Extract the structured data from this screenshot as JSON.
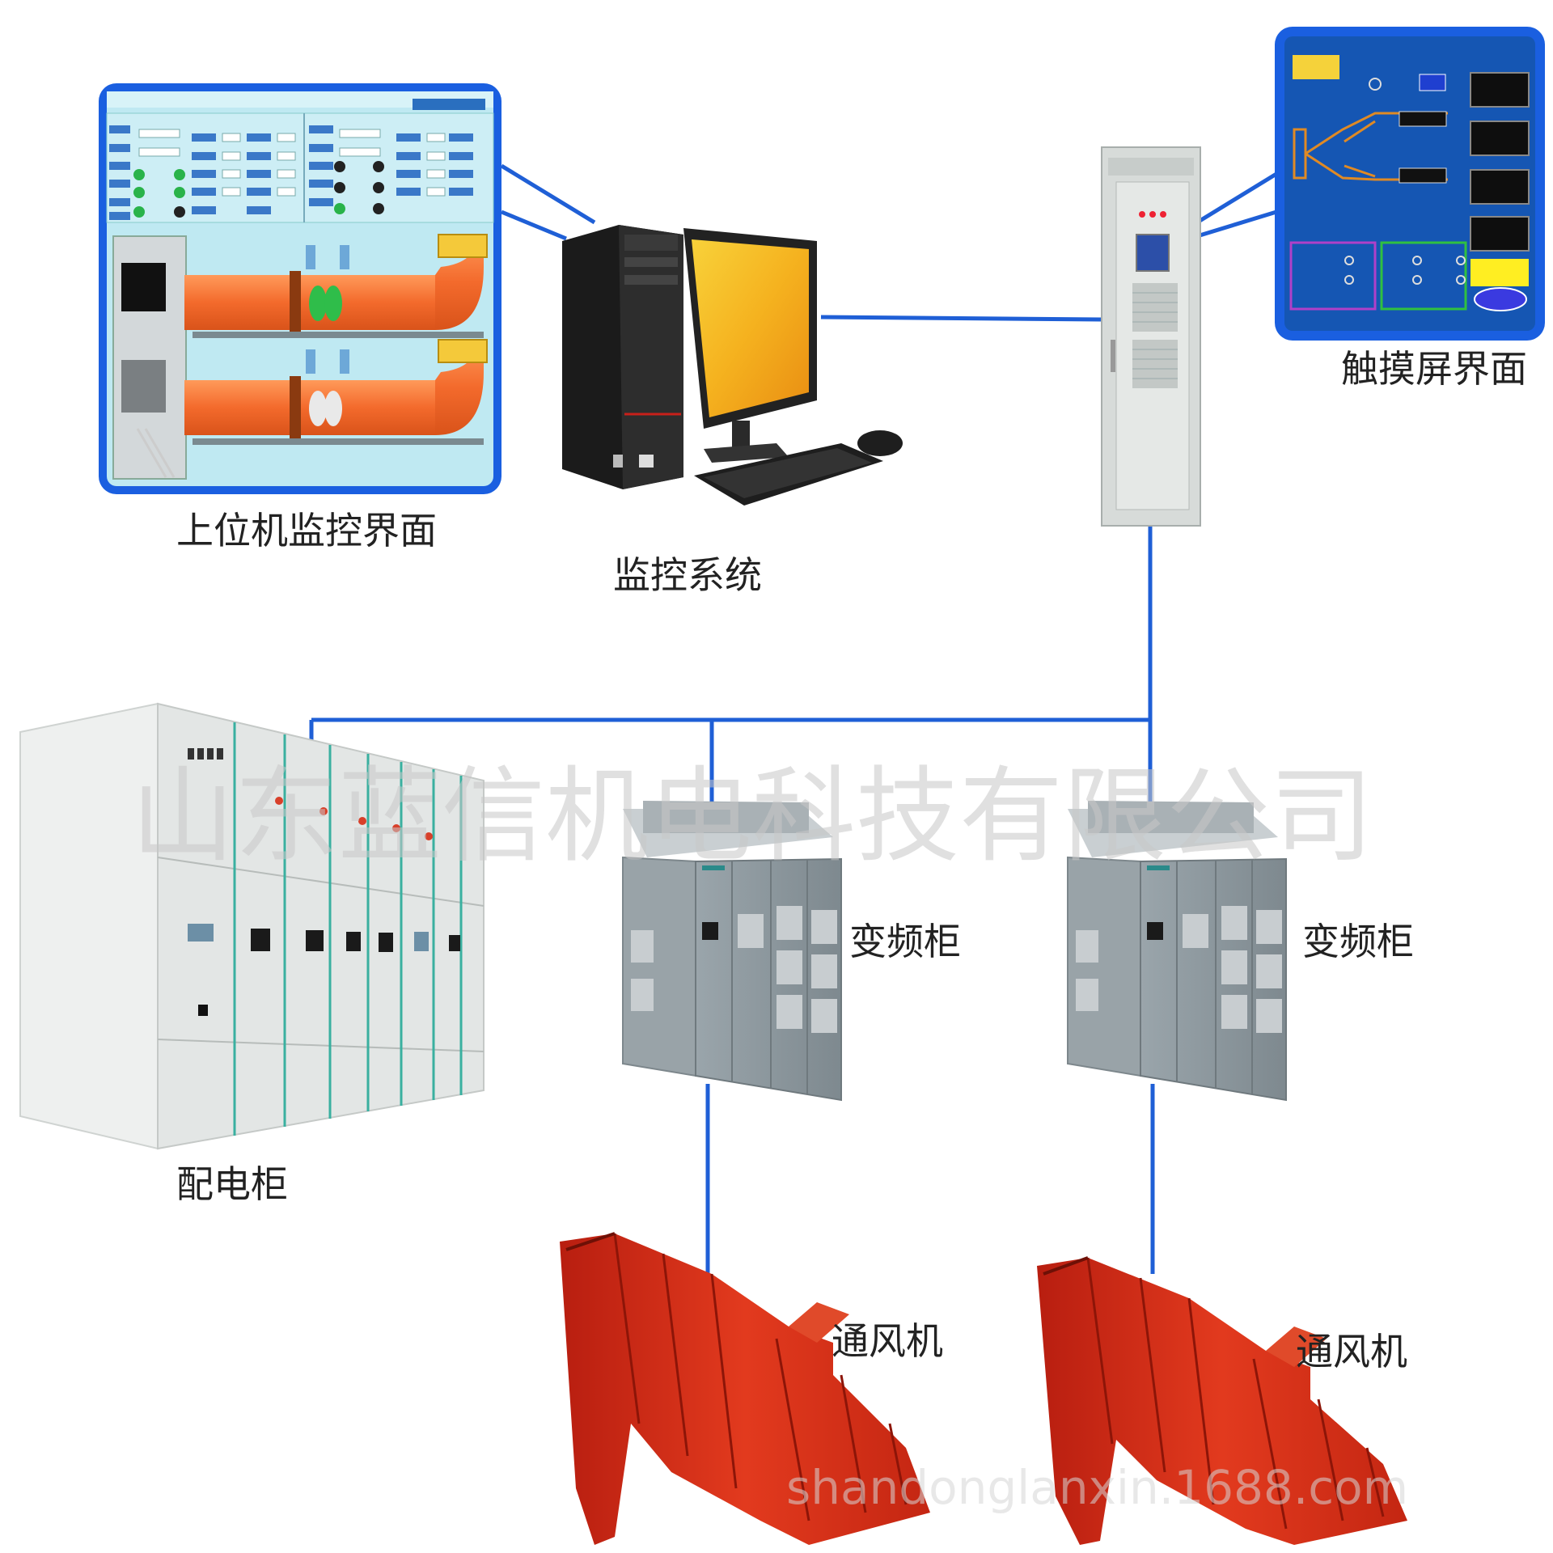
{
  "labels": {
    "scada_screen": "上位机监控界面",
    "monitoring_system": "监控系统",
    "touch_screen": "触摸屏界面",
    "power_cabinet": "配电柜",
    "vfd_cabinet_1": "变频柜",
    "vfd_cabinet_2": "变频柜",
    "fan_1": "通风机",
    "fan_2": "通风机"
  },
  "watermark": {
    "company": "山东蓝信机电科技有限公司",
    "url": "shandonglanxin.1688.com"
  },
  "colors": {
    "link_line": "#1f5fd6",
    "screen_border": "#1a5fe0",
    "scada_bg": "#bfe9f2",
    "touch_bg": "#1556b3",
    "duct_orange": "#f36a2c",
    "fan_red": "#d83018",
    "cabinet_grey": "#8f9aa0",
    "power_cabinet_white": "#ecefee"
  }
}
